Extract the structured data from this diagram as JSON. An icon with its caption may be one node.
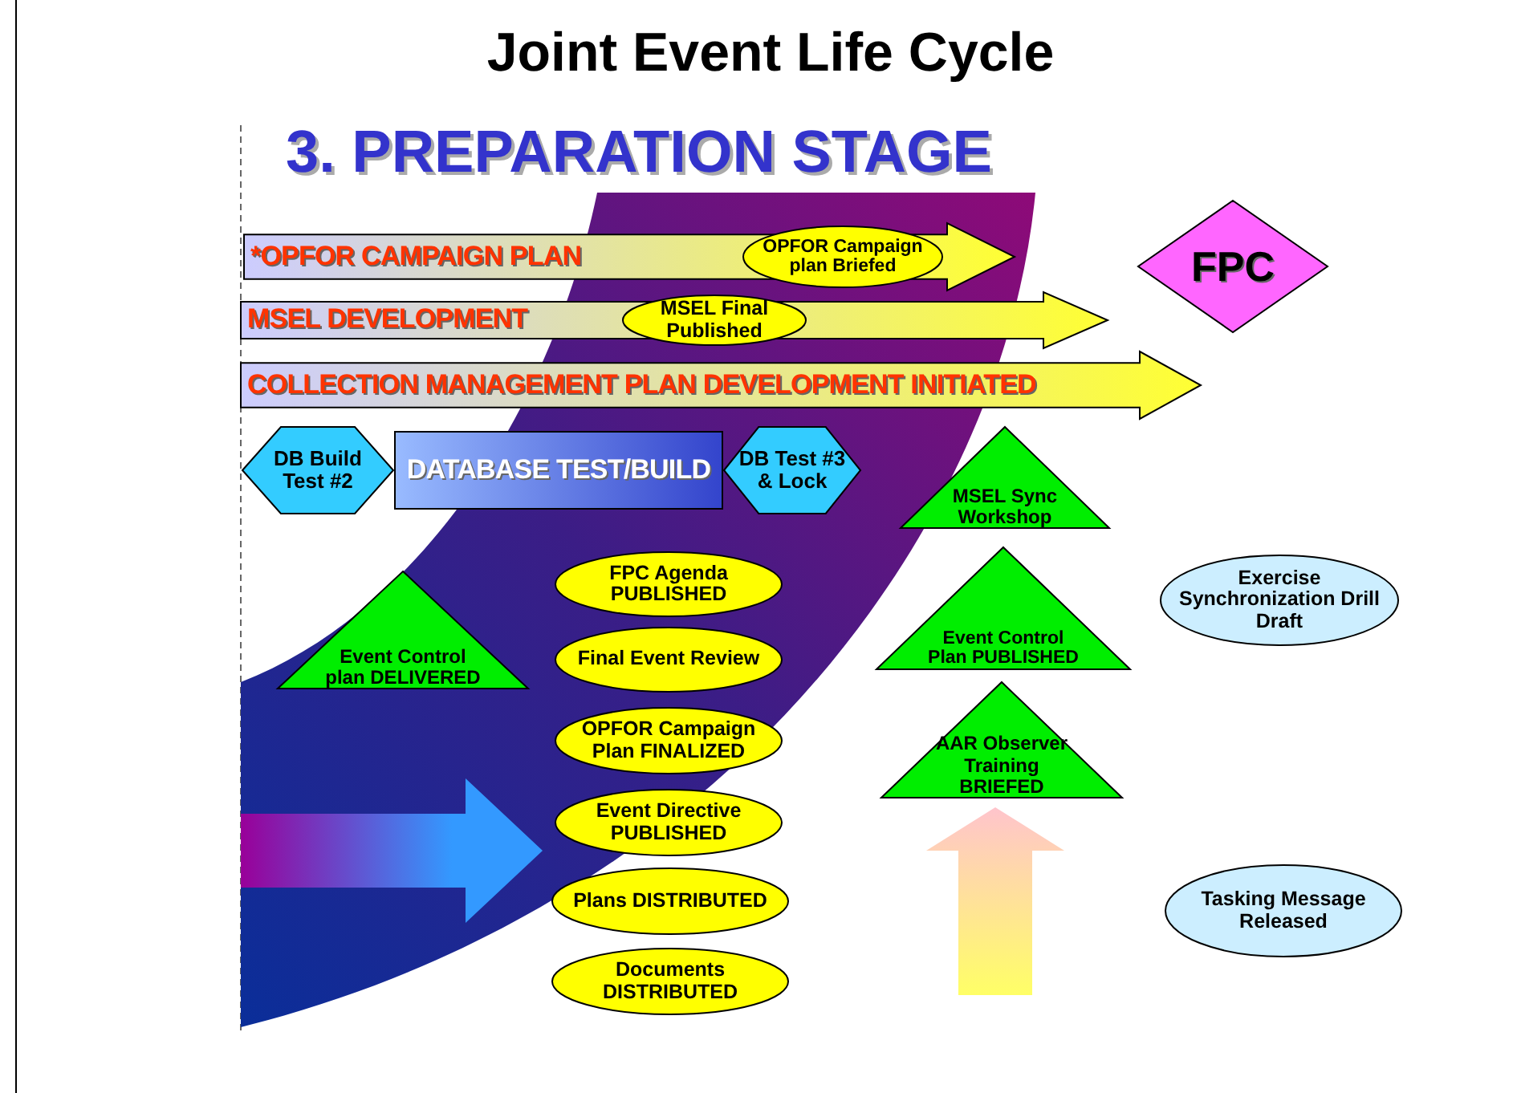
{
  "diagram": {
    "title": "Joint Event Life Cycle",
    "nodes": [
      {
        "text": [
          "FPC"
        ]
      },
      {
        "text": [
          "*OPFOR CAMPAIGN PLAN"
        ]
      },
      {
        "text": [
          "OPFOR Campaign plan Briefed"
        ],
        "in": 1
      },
      {
        "text": [
          "MSEL DEVELOPMENT"
        ]
      },
      {
        "text": [
          "MSEL Final Published"
        ],
        "in": 3
      },
      {
        "text": [
          "COLLECTION MANAGEMENT PLAN DEVELOPMENT INITIATED"
        ]
      },
      {
        "text": [
          "DATABASE TEST/BUILD"
        ]
      },
      {
        "text": [
          "DB Build Test #2"
        ]
      },
      {
        "text": [
          "DB Test #3 & Lock"
        ]
      },
      {
        "text": [
          "MSEL Sync Workshop"
        ]
      },
      {
        "text": [
          "Event Control plan DELIVERED"
        ]
      },
      {
        "text": [
          "FPC Agenda PUBLISHED"
        ]
      },
      {
        "text": [
          "Final Event Review"
        ]
      },
      {
        "text": [
          "Exercise Synchronization Drill Draft"
        ]
      },
      {
        "text": [
          "Event Control Plan PUBLISHED"
        ]
      },
      {
        "text": [
          "OPFOR Campaign Plan FINALIZED"
        ]
      },
      {
        "text": [
          "AAR Observer Training BRIEFED"
        ]
      },
      {
        "text": [
          "Event Directive PUBLISHED"
        ]
      },
      {
        "text": [
          "Plans DISTRIBUTED"
        ]
      },
      {
        "text": [
          "Documents DISTRIBUTED"
        ]
      },
      {
        "text": [
          "Tasking Message Released"
        ]
      }
    ],
    "labels": [
      "3. PREPARATION STAGE"
    ]
  }
}
